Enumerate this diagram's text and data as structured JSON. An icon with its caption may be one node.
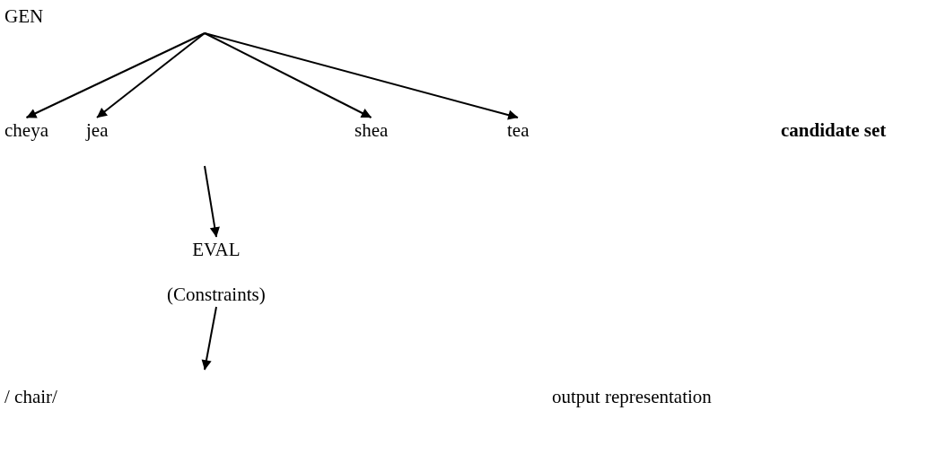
{
  "diagram": {
    "nodes": [
      {
        "text": [
          "GEN"
        ]
      },
      {
        "text": [
          "cheya"
        ]
      },
      {
        "text": [
          "jea"
        ]
      },
      {
        "text": [
          "shea"
        ]
      },
      {
        "text": [
          "tea"
        ]
      },
      {
        "text": [
          "EVAL",
          "(Constraints)"
        ]
      },
      {
        "text": [
          "/ chair/"
        ]
      }
    ],
    "edges": [
      {
        "from": null,
        "to": 1,
        "arrow": "to"
      },
      {
        "from": null,
        "to": 2,
        "arrow": "to"
      },
      {
        "from": null,
        "to": 3,
        "arrow": "to"
      },
      {
        "from": null,
        "to": 4,
        "arrow": "to"
      },
      {
        "from": null,
        "to": 5,
        "arrow": "to"
      },
      {
        "from": 5,
        "to": null,
        "arrow": "to"
      }
    ],
    "labels": [
      "candidate set",
      "output representation"
    ]
  }
}
